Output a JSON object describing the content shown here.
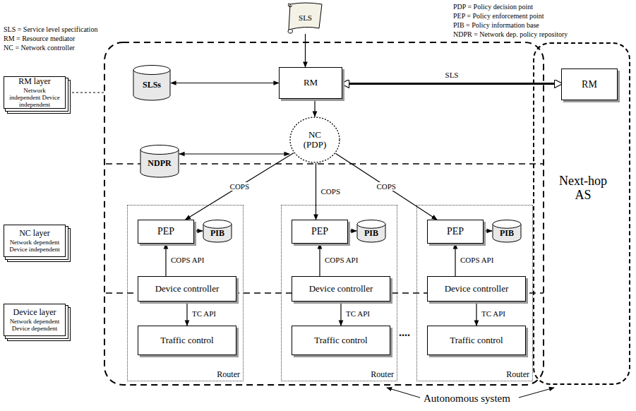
{
  "diagram": {
    "nodes": [
      {
        "text": [
          "RM layer",
          "Network independent Device independent"
        ]
      },
      {
        "text": [
          "NC layer",
          "Network dependent Device independent"
        ]
      },
      {
        "text": [
          "Device layer",
          "Network dependent Device dependent"
        ]
      },
      {
        "text": [
          "SLS"
        ]
      },
      {
        "text": [
          "SLSs"
        ]
      },
      {
        "text": [
          "RM"
        ]
      },
      {
        "text": [
          "Next-hop AS"
        ]
      },
      {
        "text": [
          "RM"
        ],
        "in": 6
      },
      {
        "text": [
          "NDPR"
        ]
      },
      {
        "text": [
          "NC (PDP)"
        ]
      },
      {
        "text": [
          "Router"
        ]
      },
      {
        "text": [
          "PEP"
        ],
        "in": 10
      },
      {
        "text": [
          "PIB"
        ],
        "in": 10
      },
      {
        "text": [
          "Device controller"
        ],
        "in": 10
      },
      {
        "text": [
          "Traffic control"
        ],
        "in": 10
      },
      {
        "text": [
          "Router"
        ]
      },
      {
        "text": [
          "PEP"
        ],
        "in": 15
      },
      {
        "text": [
          "PIB"
        ],
        "in": 15
      },
      {
        "text": [
          "Device controller"
        ],
        "in": 15
      },
      {
        "text": [
          "Traffic control"
        ],
        "in": 15
      },
      {
        "text": [
          "Router"
        ]
      },
      {
        "text": [
          "PEP"
        ],
        "in": 20
      },
      {
        "text": [
          "PIB"
        ],
        "in": 20
      },
      {
        "text": [
          "Device controller"
        ],
        "in": 20
      },
      {
        "text": [
          "Traffic control"
        ],
        "in": 20
      }
    ],
    "edges": [
      {
        "from": 3,
        "to": 5,
        "arrow": "to"
      },
      {
        "from": 4,
        "to": 5,
        "arrow": "both"
      },
      {
        "from": 5,
        "to": 7,
        "label": "SLS",
        "arrow": "both"
      },
      {
        "from": 5,
        "to": 9,
        "arrow": "to"
      },
      {
        "from": 8,
        "to": 9,
        "arrow": "both"
      },
      {
        "from": 9,
        "to": 11,
        "label": "COPS",
        "arrow": "to"
      },
      {
        "from": 9,
        "to": 16,
        "label": "COPS",
        "arrow": "to"
      },
      {
        "from": 9,
        "to": 21,
        "label": "COPS",
        "arrow": "to"
      },
      {
        "from": 11,
        "to": 12,
        "arrow": "to"
      },
      {
        "from": 13,
        "to": 11,
        "label": "COPS API",
        "arrow": "to"
      },
      {
        "from": 13,
        "to": 14,
        "label": "TC API",
        "arrow": "to"
      },
      {
        "from": 16,
        "to": 17,
        "arrow": "to"
      },
      {
        "from": 18,
        "to": 16,
        "label": "COPS API",
        "arrow": "to"
      },
      {
        "from": 18,
        "to": 19,
        "label": "TC API",
        "arrow": "to"
      },
      {
        "from": 21,
        "to": 22,
        "arrow": "to"
      },
      {
        "from": 23,
        "to": 21,
        "label": "COPS API",
        "arrow": "to"
      },
      {
        "from": 23,
        "to": 24,
        "label": "TC API",
        "arrow": "to"
      }
    ],
    "labels": [
      "SLS = Service level specification",
      "RM = Resource mediator",
      "NC = Network controller",
      "PDP = Policy decision point",
      "PEP = Policy enforcement point",
      "PIB = Policy information base",
      "NDPR = Network dep. policy repository",
      "....",
      "Autonomous system"
    ]
  }
}
